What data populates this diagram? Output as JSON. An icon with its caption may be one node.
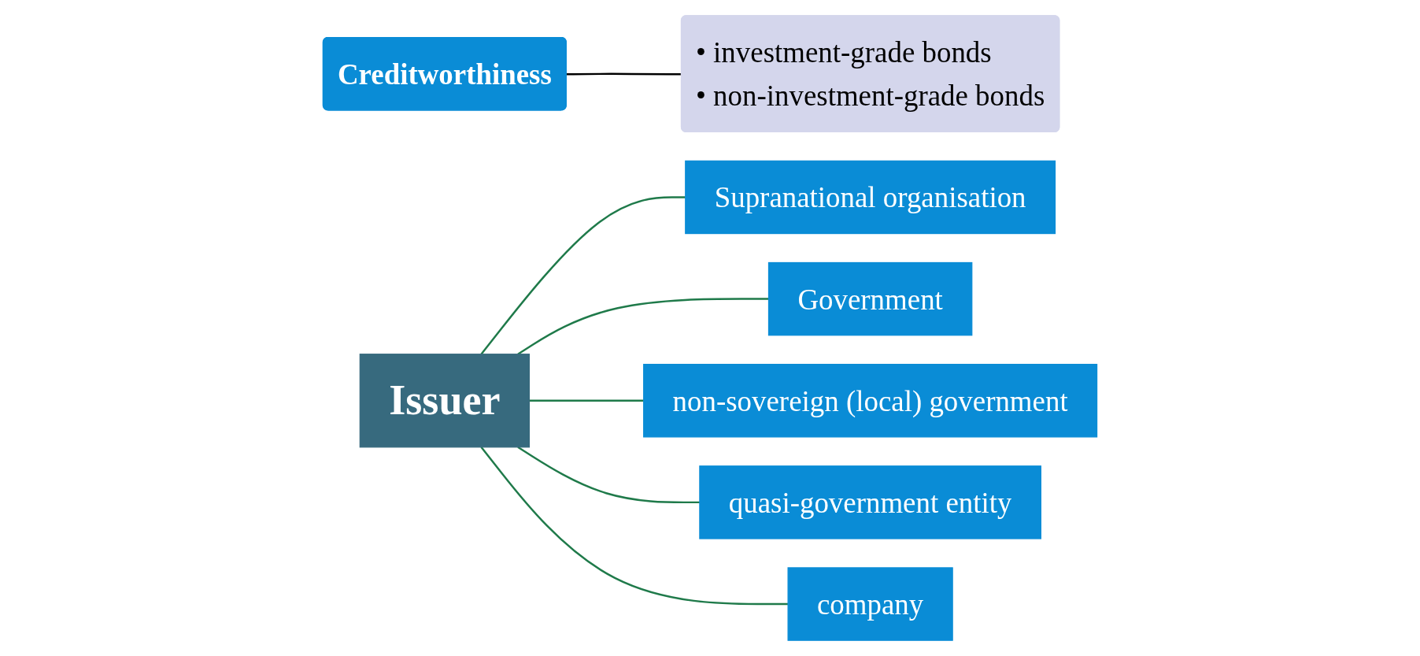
{
  "diagram": {
    "nodes": [
      {
        "text": [
          "Creditworthiness"
        ]
      },
      {
        "text": [
          "• investment-grade bonds",
          "• non-investment-grade bonds"
        ]
      },
      {
        "text": [
          "Issuer"
        ]
      },
      {
        "text": [
          "Supranational organisation"
        ]
      },
      {
        "text": [
          "Government"
        ]
      },
      {
        "text": [
          "non-sovereign (local) government"
        ]
      },
      {
        "text": [
          "quasi-government entity"
        ]
      },
      {
        "text": [
          "company"
        ]
      }
    ],
    "edges": [
      {
        "from": 0,
        "to": 1,
        "arrow": "none",
        "color": "#000000"
      },
      {
        "from": 2,
        "to": 3,
        "arrow": "none"
      },
      {
        "from": 2,
        "to": 4,
        "arrow": "none"
      },
      {
        "from": 2,
        "to": 5,
        "arrow": "none"
      },
      {
        "from": 2,
        "to": 6,
        "arrow": "none"
      },
      {
        "from": 2,
        "to": 7,
        "arrow": "none"
      }
    ]
  }
}
